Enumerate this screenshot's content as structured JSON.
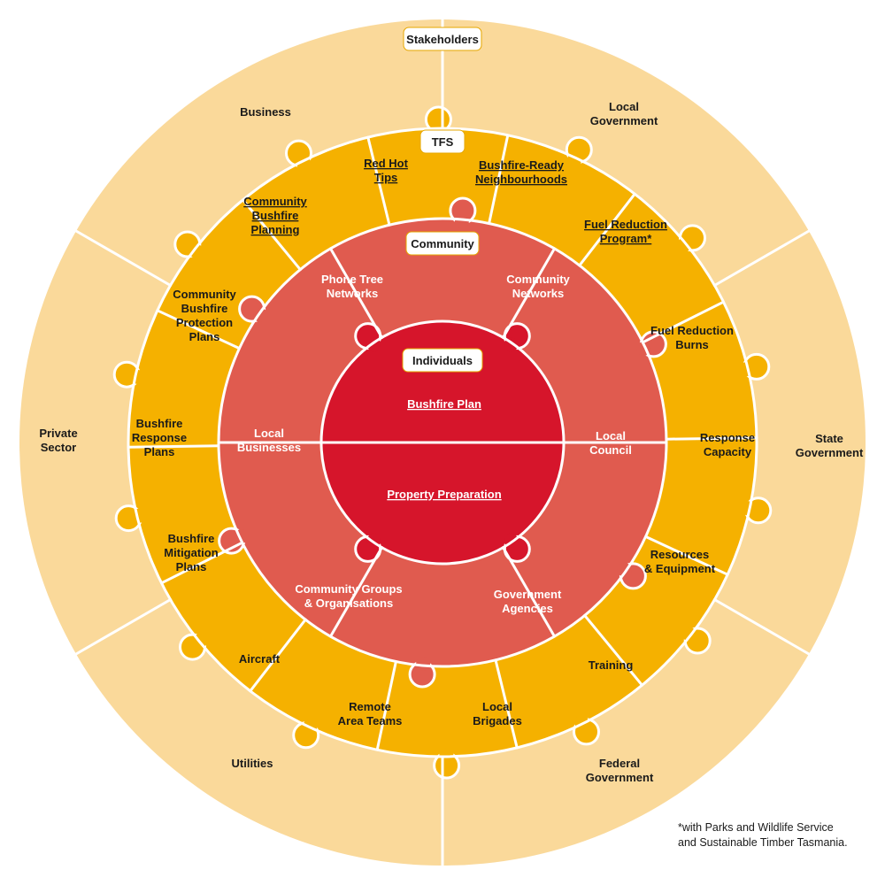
{
  "colors": {
    "stakeholders_ring": "#fad99a",
    "tfs_ring": "#f5b100",
    "community_ring": "#e05b4f",
    "individuals_core": "#d6152b",
    "seams": "#ffffff"
  },
  "ring_tags": {
    "stakeholders": "Stakeholders",
    "tfs": "TFS",
    "community": "Community",
    "individuals": "Individuals"
  },
  "individuals": {
    "top": "Bushfire Plan",
    "bottom": "Property Preparation"
  },
  "community": {
    "phone_tree": [
      "Phone Tree",
      "Networks"
    ],
    "community_networks": [
      "Community",
      "Networks"
    ],
    "local_council": [
      "Local",
      "Council"
    ],
    "government_agencies": [
      "Government",
      "Agencies"
    ],
    "community_groups": [
      "Community Groups",
      "& Organisations"
    ],
    "local_businesses": [
      "Local",
      "Businesses"
    ]
  },
  "tfs": {
    "red_hot_tips": [
      "Red Hot",
      "Tips"
    ],
    "bushfire_ready": [
      "Bushfire-Ready",
      "Neighbourhoods"
    ],
    "fuel_reduction_program": [
      "Fuel Reduction",
      "Program*"
    ],
    "fuel_reduction_burns": [
      "Fuel Reduction",
      "Burns"
    ],
    "response_capacity": [
      "Response",
      "Capacity"
    ],
    "resources_equipment": [
      "Resources",
      "& Equipment"
    ],
    "training": [
      "Training"
    ],
    "local_brigades": [
      "Local",
      "Brigades"
    ],
    "remote_area_teams": [
      "Remote",
      "Area Teams"
    ],
    "aircraft": [
      "Aircraft"
    ],
    "bushfire_mitigation": [
      "Bushfire",
      "Mitigation",
      "Plans"
    ],
    "bushfire_response": [
      "Bushfire",
      "Response",
      "Plans"
    ],
    "cbpp": [
      "Community",
      "Bushfire",
      "Protection",
      "Plans"
    ],
    "community_bushfire_planning": [
      "Community",
      "Bushfire",
      "Planning"
    ]
  },
  "stakeholders": {
    "business": [
      "Business"
    ],
    "local_government": [
      "Local",
      "Government"
    ],
    "state_government": [
      "State",
      "Government"
    ],
    "federal_government": [
      "Federal",
      "Government"
    ],
    "utilities": [
      "Utilities"
    ],
    "private_sector": [
      "Private",
      "Sector"
    ]
  },
  "footnote": [
    "*with Parks and Wildlife Service",
    "and Sustainable Timber Tasmania."
  ]
}
